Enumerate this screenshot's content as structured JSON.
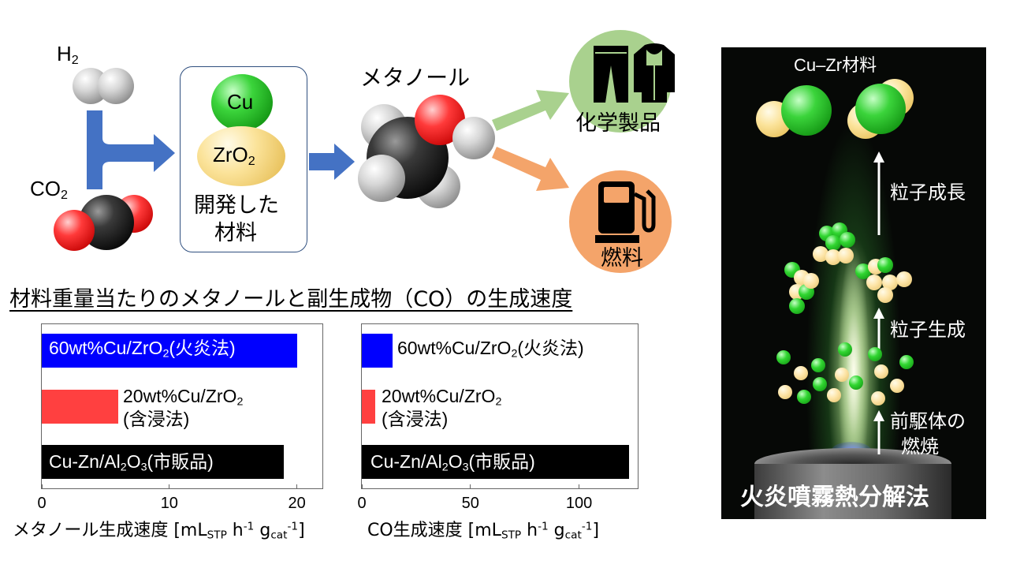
{
  "diagram": {
    "h2_label": "H",
    "h2_sub": "2",
    "co2_label": "CO",
    "co2_sub": "2",
    "catalyst_cu": "Cu",
    "catalyst_zro2": "ZrO",
    "catalyst_zro2_sub": "2",
    "catalyst_caption_1": "開発した",
    "catalyst_caption_2": "材料",
    "methanol_label": "メタノール",
    "chemicals_label": "化学製品",
    "fuel_label": "燃料",
    "colors": {
      "arrow_blue": "#4472c4",
      "arrow_green": "#a9d18e",
      "arrow_orange": "#f4a46a",
      "chem_circle": "#a9d18e",
      "fuel_circle": "#f4a46a",
      "catalyst_box_border": "#2f4f7f"
    }
  },
  "section_title": "材料重量当たりのメタノールと副生成物（CO）の生成速度",
  "chart_data": [
    {
      "type": "bar",
      "orientation": "horizontal",
      "categories": [
        "60wt%Cu/ZrO2(火炎法)",
        "20wt%Cu/ZrO2 (含浸法)",
        "Cu-Zn/Al2O3(市販品)"
      ],
      "values": [
        20,
        6,
        19
      ],
      "bar_colors": [
        "#0000ff",
        "#ff4040",
        "#000000"
      ],
      "xlim": [
        0,
        22
      ],
      "xticks": [
        0,
        10,
        20
      ],
      "xlabel": "メタノール生成速度 [mLSTP h-1 gcat-1]"
    },
    {
      "type": "bar",
      "orientation": "horizontal",
      "categories": [
        "60wt%Cu/ZrO2(火炎法)",
        "20wt%Cu/ZrO2 (含浸法)",
        "Cu-Zn/Al2O3(市販品)"
      ],
      "values": [
        14,
        6,
        123
      ],
      "bar_colors": [
        "#0000ff",
        "#ff4040",
        "#000000"
      ],
      "xlim": [
        0,
        127
      ],
      "xticks": [
        0,
        50,
        100
      ],
      "xlabel": "CO生成速度 [mLSTP h-1 gcat-1]"
    }
  ],
  "chart_text": {
    "bar1": "60wt%Cu/ZrO",
    "bar1_sub": "2",
    "bar1_tail": "(火炎法)",
    "bar2_line1": "20wt%Cu/ZrO",
    "bar2_sub": "2",
    "bar2_line2": "(含浸法)",
    "bar3_a": "Cu-Zn/Al",
    "bar3_sub1": "2",
    "bar3_b": "O",
    "bar3_sub2": "3",
    "bar3_tail": "(市販品)",
    "left_xlabel_main": "メタノール生成速度 [mL",
    "right_xlabel_main": "CO生成速度 [mL",
    "xlabel_sub_stp": "STP",
    "xlabel_h": " h",
    "xlabel_sup1": "-1",
    "xlabel_g": " g",
    "xlabel_sub_cat": "cat",
    "xlabel_sup2": "-1",
    "xlabel_close": "]"
  },
  "photo": {
    "title_label": "Cu–Zr材料",
    "stage_growth": "粒子成長",
    "stage_formation": "粒子生成",
    "stage_combustion_1": "前駆体の",
    "stage_combustion_2": "燃焼",
    "caption": "火炎噴霧熱分解法"
  }
}
